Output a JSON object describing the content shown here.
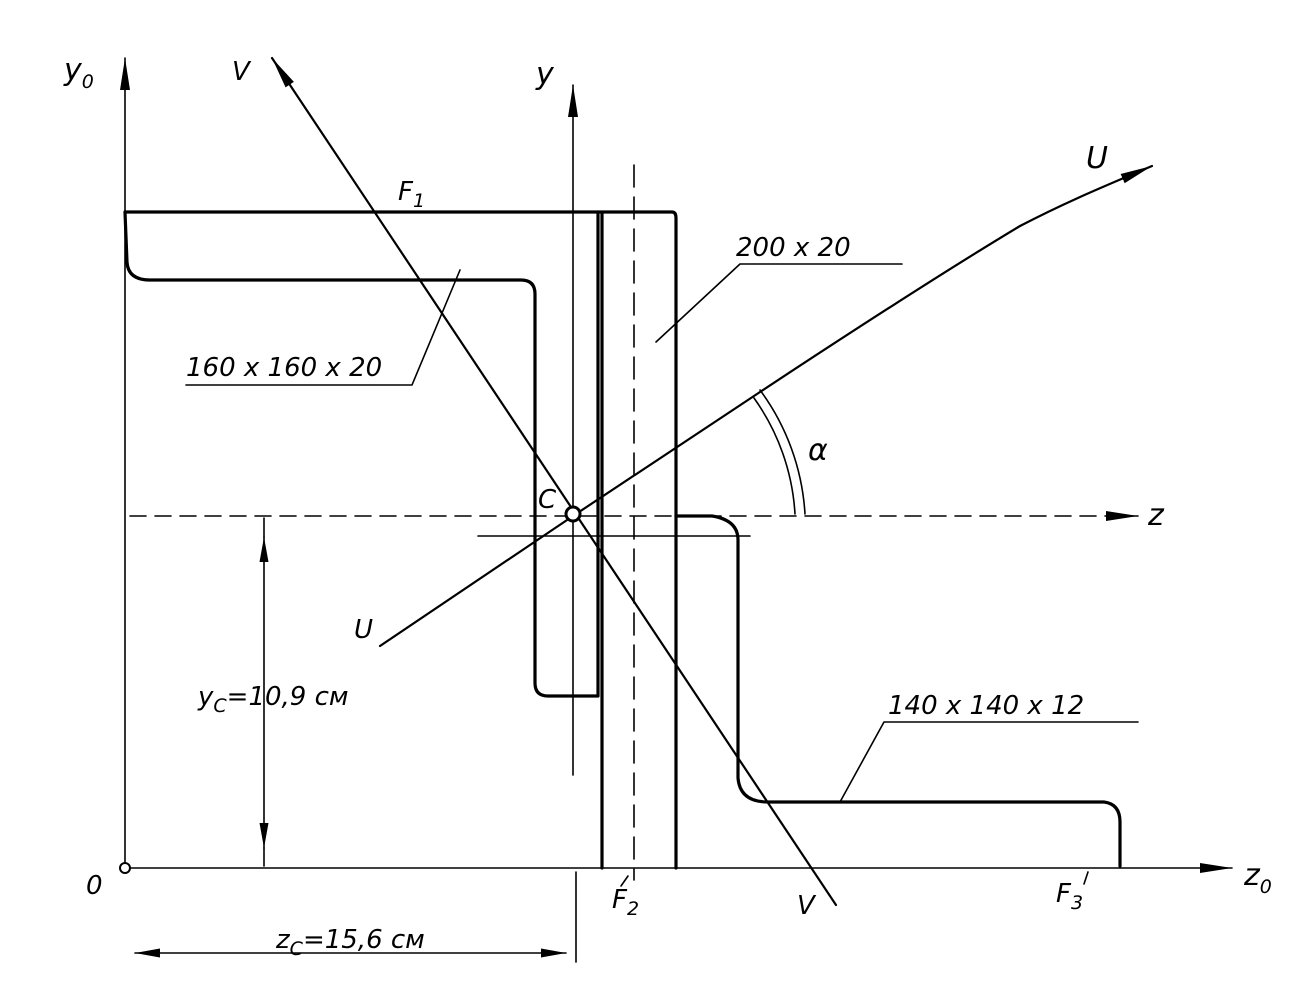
{
  "axes": {
    "y0": {
      "main": "y",
      "sub": "0"
    },
    "z0": {
      "main": "z",
      "sub": "0"
    },
    "y": "y",
    "z": "z",
    "v_top": "V",
    "v_bottom": "V",
    "u_top": "U",
    "u_bottom": "U",
    "origin": "0",
    "centroid": "C",
    "angle": "α"
  },
  "areas": {
    "f1": {
      "main": "F",
      "sub": "1"
    },
    "f2": {
      "main": "F",
      "sub": "2"
    },
    "f3": {
      "main": "F",
      "sub": "3"
    }
  },
  "profiles": {
    "angle_top": "160 x 160 x 20",
    "plate": "200 x 20",
    "angle_bottom": "140 x 140 x 12"
  },
  "dimensions": {
    "yc": {
      "main": "y",
      "sub": "C",
      "rest": "=10,9 см"
    },
    "zc": {
      "main": "z",
      "sub": "C",
      "rest": "=15,6 см"
    }
  }
}
